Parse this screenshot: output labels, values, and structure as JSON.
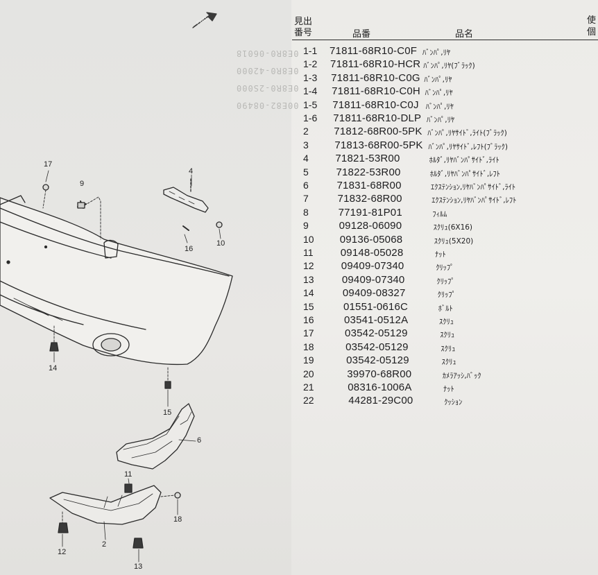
{
  "header": {
    "ref_line1": "見出",
    "ref_line2": "番号",
    "part_no": "品番",
    "part_name": "品名",
    "qty_line1": "使",
    "qty_line2": "個"
  },
  "fwd_label": "FWD",
  "callouts": [
    "17",
    "9",
    "4",
    "16",
    "10",
    "14",
    "15",
    "6",
    "11",
    "18",
    "2",
    "12",
    "13"
  ],
  "parts": [
    {
      "ref": "1-1",
      "pn": "71811-68R10-C0F",
      "name": "ﾊﾞﾝﾊﾟ,ﾘﾔ"
    },
    {
      "ref": "1-2",
      "pn": "71811-68R10-HCR",
      "name": "ﾊﾞﾝﾊﾟ,ﾘﾔ(ﾌﾞﾗｯｸ)"
    },
    {
      "ref": "1-3",
      "pn": "71811-68R10-C0G",
      "name": "ﾊﾞﾝﾊﾟ,ﾘﾔ"
    },
    {
      "ref": "1-4",
      "pn": "71811-68R10-C0H",
      "name": "ﾊﾞﾝﾊﾟ,ﾘﾔ"
    },
    {
      "ref": "1-5",
      "pn": "71811-68R10-C0J",
      "name": "ﾊﾞﾝﾊﾟ,ﾘﾔ"
    },
    {
      "ref": "1-6",
      "pn": "71811-68R10-DLP",
      "name": "ﾊﾞﾝﾊﾟ,ﾘﾔ"
    },
    {
      "ref": "2",
      "pn": "71812-68R00-5PK",
      "name": "ﾊﾞﾝﾊﾟ,ﾘﾔｻｲﾄﾞ,ﾗｲﾄ(ﾌﾞﾗｯｸ)"
    },
    {
      "ref": "3",
      "pn": "71813-68R00-5PK",
      "name": "ﾊﾞﾝﾊﾟ,ﾘﾔｻｲﾄﾞ,ﾚﾌﾄ(ﾌﾞﾗｯｸ)"
    },
    {
      "ref": "4",
      "pn": "71821-53R00",
      "name": "ﾎﾙﾀﾞ,ﾘﾔﾊﾞﾝﾊﾟｻｲﾄﾞ,ﾗｲﾄ"
    },
    {
      "ref": "5",
      "pn": "71822-53R00",
      "name": "ﾎﾙﾀﾞ,ﾘﾔﾊﾞﾝﾊﾟｻｲﾄﾞ,ﾚﾌﾄ"
    },
    {
      "ref": "6",
      "pn": "71831-68R00",
      "name": "ｴｸｽﾃﾝｼｮﾝ,ﾘﾔﾊﾞﾝﾊﾟｻｲﾄﾞ,ﾗｲﾄ"
    },
    {
      "ref": "7",
      "pn": "71832-68R00",
      "name": "ｴｸｽﾃﾝｼｮﾝ,ﾘﾔﾊﾞﾝﾊﾟｻｲﾄﾞ,ﾚﾌﾄ"
    },
    {
      "ref": "8",
      "pn": "77191-81P01",
      "name": "ﾌｨﾙﾑ"
    },
    {
      "ref": "9",
      "pn": "09128-06090",
      "name": "ｽｸﾘｭ(6X16)"
    },
    {
      "ref": "10",
      "pn": "09136-05068",
      "name": "ｽｸﾘｭ(5X20)"
    },
    {
      "ref": "11",
      "pn": "09148-05028",
      "name": "ﾅｯﾄ"
    },
    {
      "ref": "12",
      "pn": "09409-07340",
      "name": "ｸﾘｯﾌﾟ"
    },
    {
      "ref": "13",
      "pn": "09409-07340",
      "name": "ｸﾘｯﾌﾟ"
    },
    {
      "ref": "14",
      "pn": "09409-08327",
      "name": "ｸﾘｯﾌﾟ"
    },
    {
      "ref": "15",
      "pn": "01551-0616C",
      "name": "ﾎﾞﾙﾄ"
    },
    {
      "ref": "16",
      "pn": "03541-0512A",
      "name": "ｽｸﾘｭ"
    },
    {
      "ref": "17",
      "pn": "03542-05129",
      "name": "ｽｸﾘｭ"
    },
    {
      "ref": "18",
      "pn": "03542-05129",
      "name": "ｽｸﾘｭ"
    },
    {
      "ref": "19",
      "pn": "03542-05129",
      "name": "ｽｸﾘｭ"
    },
    {
      "ref": "20",
      "pn": "39970-68R00",
      "name": "ｶﾒﾗｱｯｼ,ﾊﾞｯｸ"
    },
    {
      "ref": "21",
      "pn": "08316-1006A",
      "name": "ﾅｯﾄ"
    },
    {
      "ref": "22",
      "pn": "44281-29C00",
      "name": "ｸｯｼｮﾝ"
    }
  ]
}
